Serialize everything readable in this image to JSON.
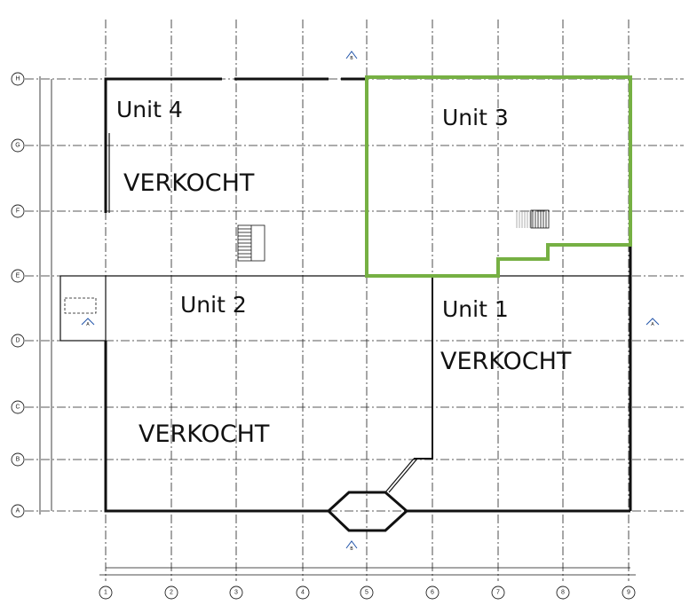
{
  "plan": {
    "grid_columns": [
      "1",
      "2",
      "3",
      "4",
      "5",
      "6",
      "7",
      "8",
      "9"
    ],
    "grid_rows": [
      "H",
      "G",
      "F",
      "E",
      "D",
      "C",
      "B",
      "A"
    ],
    "section_markers": {
      "vertical": "B",
      "horizontal": "A"
    },
    "units": [
      {
        "name": "Unit 4",
        "status": "VERKOCHT"
      },
      {
        "name": "Unit 3",
        "status": ""
      },
      {
        "name": "Unit 2",
        "status": "VERKOCHT"
      },
      {
        "name": "Unit 1",
        "status": "VERKOCHT"
      }
    ],
    "highlight_color": "#76b043"
  }
}
